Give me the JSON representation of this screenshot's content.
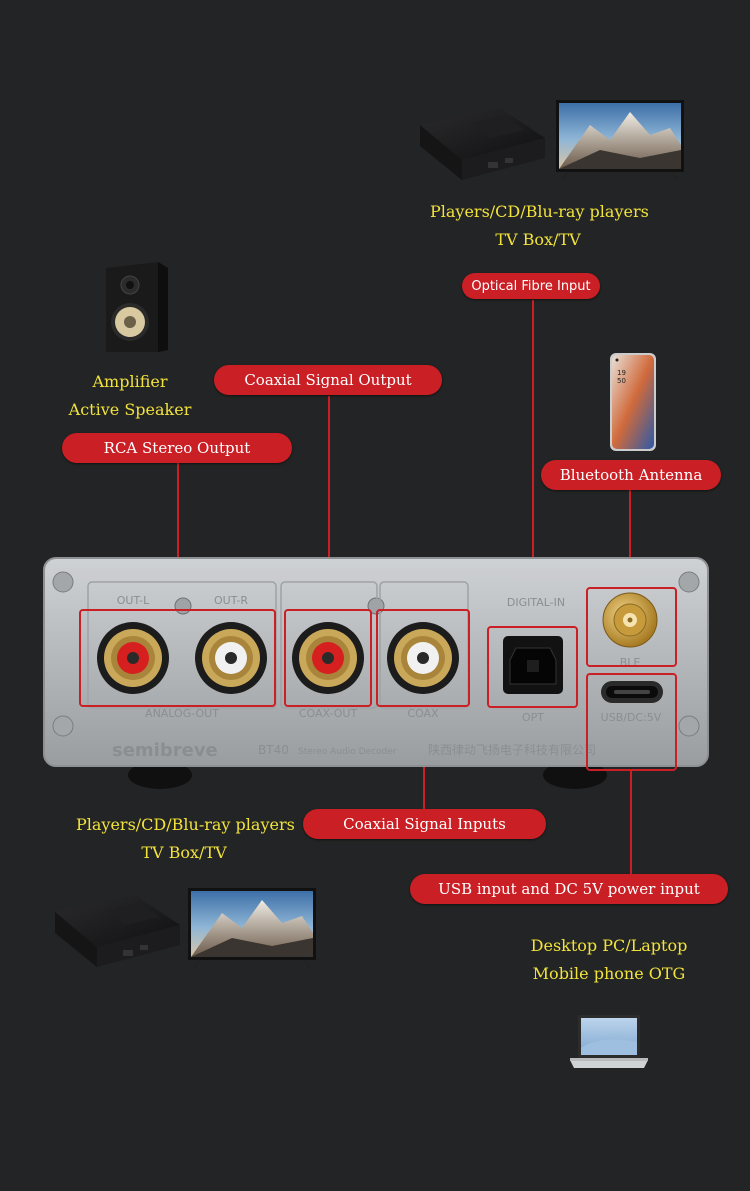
{
  "colors": {
    "background": "#232425",
    "accent": "#c91f25",
    "label": "#f2e33c",
    "device_silver": "#b9bcbf"
  },
  "labels": {
    "top_source": [
      "Players/CD/Blu-ray players",
      "TV Box/TV"
    ],
    "amplifier": [
      "Amplifier",
      "Active Speaker"
    ],
    "bottom_source": [
      "Players/CD/Blu-ray players",
      "TV Box/TV"
    ],
    "pc": [
      "Desktop PC/Laptop",
      "Mobile phone OTG"
    ]
  },
  "callouts": {
    "optical_in": "Optical Fibre Input",
    "coax_out": "Coaxial Signal Output",
    "rca_out": "RCA Stereo Output",
    "bluetooth": "Bluetooth Antenna",
    "coax_in": "Coaxial Signal Inputs",
    "usb_power": "USB input and DC 5V power input"
  },
  "device": {
    "brand": "semibreve",
    "model": "BT40",
    "model_desc": "Stereo Audio Decoder",
    "maker": "陕西律动飞扬电子科技有限公司",
    "out_l": "OUT-L",
    "out_r": "OUT-R",
    "analog_out": "ANALOG-OUT",
    "coax_out": "COAX-OUT",
    "coax": "COAX",
    "digital_in": "DIGITAL-IN",
    "opt": "OPT",
    "ble": "BLE",
    "usb": "USB/DC:5V"
  },
  "phone": {
    "time_hour": "19",
    "time_min": "50"
  },
  "icons": [
    "speaker-icon",
    "tv-box-icon",
    "tv-icon",
    "smartphone-icon",
    "laptop-icon"
  ]
}
